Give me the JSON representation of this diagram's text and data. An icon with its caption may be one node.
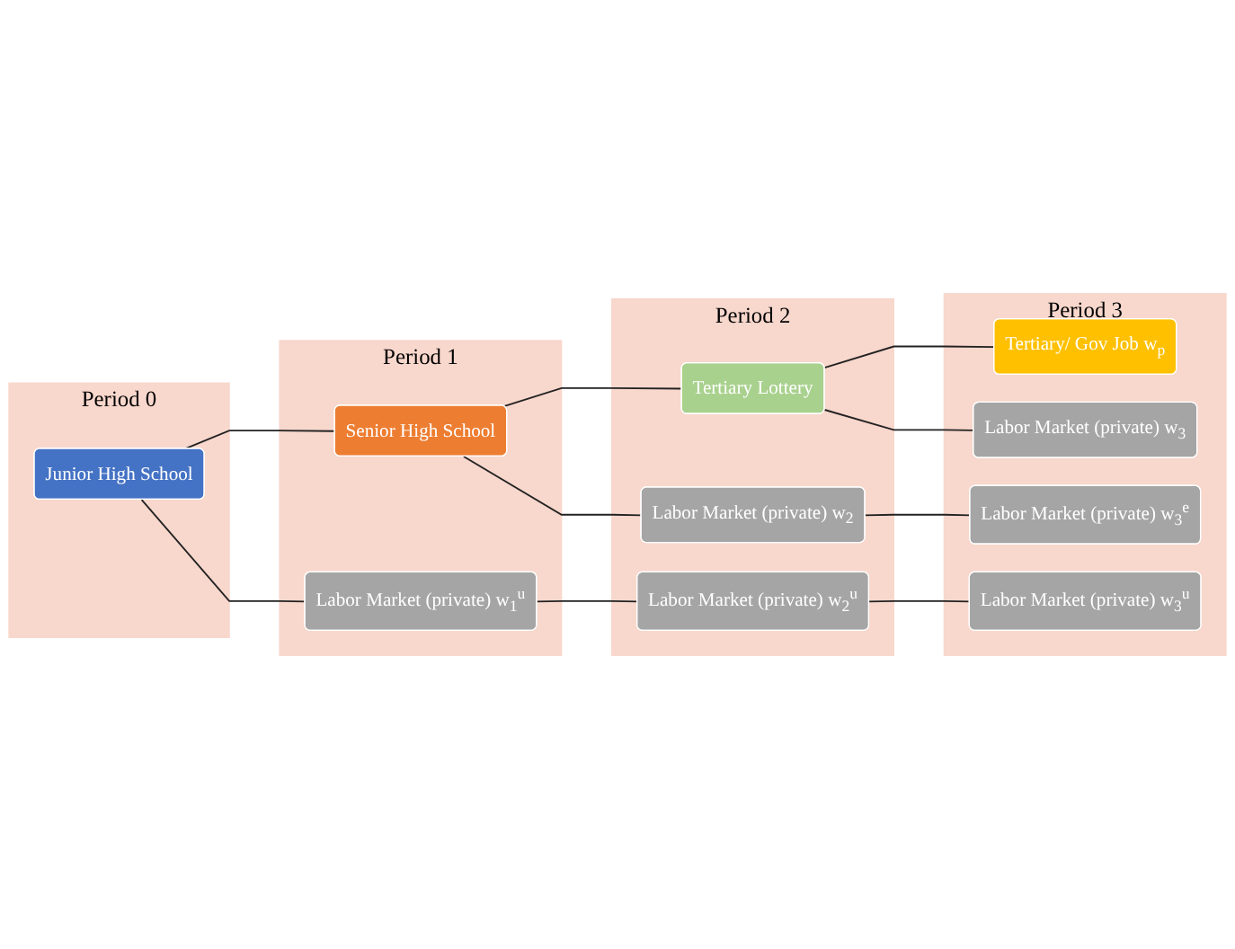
{
  "diagram": {
    "nodes": [
      {
        "text": [
          "Period 0"
        ]
      },
      {
        "text": [
          "Period 1"
        ]
      },
      {
        "text": [
          "Period 2"
        ]
      },
      {
        "text": [
          "Period 3"
        ]
      },
      {
        "text": [
          "Junior High School"
        ],
        "in": 0
      },
      {
        "text": [
          "Senior High School"
        ],
        "in": 1
      },
      {
        "text": [
          "Labor Market (private) w$_{1}$$^{u}$"
        ],
        "in": 1
      },
      {
        "text": [
          "Tertiary Lottery"
        ],
        "in": 2
      },
      {
        "text": [
          "Labor Market (private) w$_{2}$"
        ],
        "in": 2
      },
      {
        "text": [
          "Labor Market (private) w$_{2}$$^{u}$"
        ],
        "in": 2
      },
      {
        "text": [
          "Tertiary/ Gov Job w$_{p}$"
        ],
        "in": 3
      },
      {
        "text": [
          "Labor Market (private) w$_{3}$"
        ],
        "in": 3
      },
      {
        "text": [
          "Labor Market (private) w$_{3}$$^{e}$"
        ],
        "in": 3
      },
      {
        "text": [
          "Labor Market (private) w$_{3}$$^{u}$"
        ],
        "in": 3
      }
    ],
    "edges": [
      {
        "from": 4,
        "to": 5,
        "arrow": "none"
      },
      {
        "from": 4,
        "to": 6,
        "arrow": "none"
      },
      {
        "from": 5,
        "to": 7,
        "arrow": "none"
      },
      {
        "from": 5,
        "to": 8,
        "arrow": "none"
      },
      {
        "from": 6,
        "to": 9,
        "arrow": "none"
      },
      {
        "from": 7,
        "to": 10,
        "arrow": "none"
      },
      {
        "from": 7,
        "to": 11,
        "arrow": "none"
      },
      {
        "from": 8,
        "to": 12,
        "arrow": "none"
      },
      {
        "from": 9,
        "to": 13,
        "arrow": "none"
      }
    ]
  }
}
